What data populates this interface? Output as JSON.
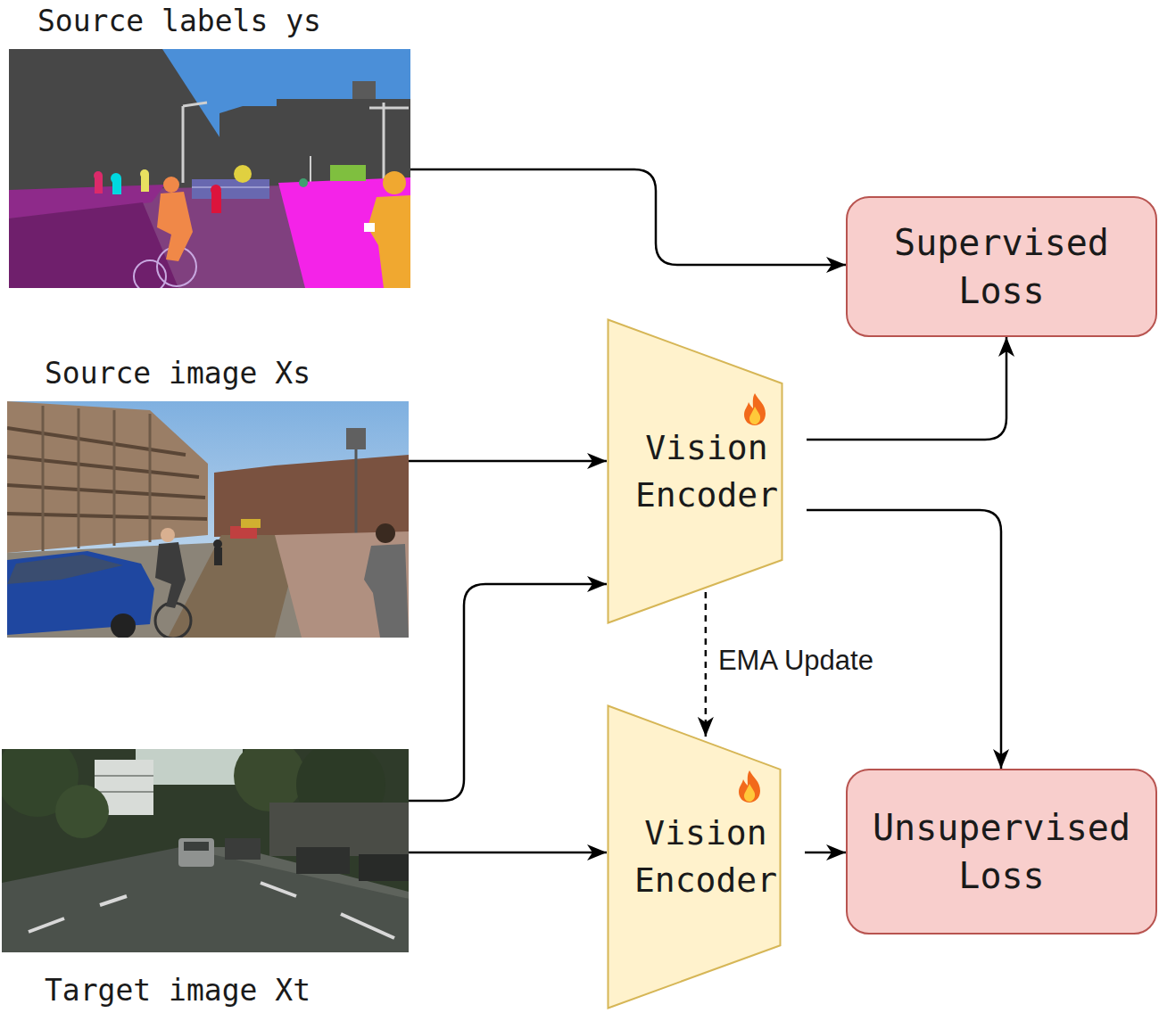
{
  "diagram": {
    "nodes": [
      {
        "text": [
          "Source labels ys"
        ]
      },
      {
        "text": [
          "Supervised Loss"
        ]
      },
      {
        "text": [
          "Source image Xs"
        ]
      },
      {
        "text": [
          "Vision Encoder"
        ]
      },
      {
        "text": [
          "Target image Xt"
        ]
      },
      {
        "text": [
          "Vision Encoder"
        ]
      },
      {
        "text": [
          "Unsupervised Loss"
        ]
      }
    ],
    "edges": [
      {
        "from": 0,
        "to": 1,
        "arrow": "to"
      },
      {
        "from": 2,
        "to": 3,
        "arrow": "to"
      },
      {
        "from": 4,
        "to": 3,
        "arrow": "to"
      },
      {
        "from": 3,
        "to": 1,
        "arrow": "to"
      },
      {
        "from": 3,
        "to": 6,
        "arrow": "to"
      },
      {
        "from": 3,
        "to": 5,
        "label": "EMA Update",
        "arrow": "to"
      },
      {
        "from": 4,
        "to": 5,
        "arrow": "to"
      },
      {
        "from": 5,
        "to": 6,
        "arrow": "to"
      }
    ]
  }
}
